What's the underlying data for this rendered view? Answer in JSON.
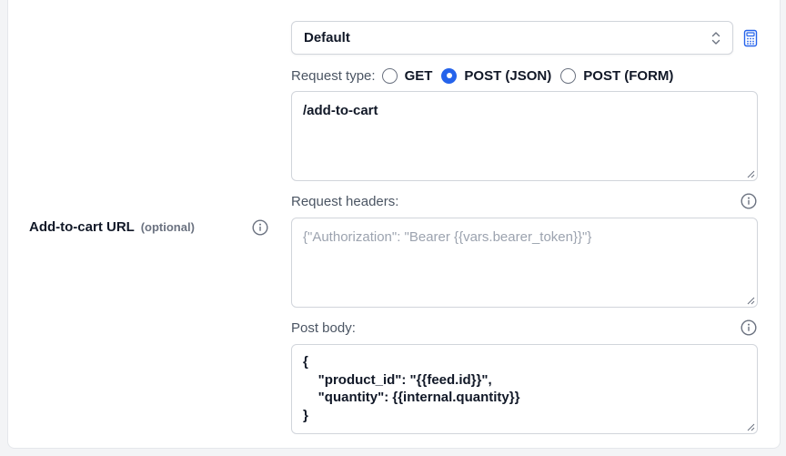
{
  "field": {
    "label": "Add-to-cart URL",
    "optional_label": "(optional)"
  },
  "preset_select": {
    "value": "Default"
  },
  "request_type": {
    "label": "Request type:",
    "options": [
      {
        "label": "GET",
        "checked": false
      },
      {
        "label": "POST (JSON)",
        "checked": true
      },
      {
        "label": "POST (FORM)",
        "checked": false
      }
    ]
  },
  "url_input": {
    "value": "/add-to-cart"
  },
  "headers": {
    "label": "Request headers:",
    "placeholder": "{\"Authorization\": \"Bearer {{vars.bearer_token}}\"}"
  },
  "post_body": {
    "label": "Post body:",
    "lines": [
      "{",
      "    \"product_id\": \"{{feed.id}}\",",
      "    \"quantity\": {{internal.quantity}}",
      "}"
    ]
  },
  "colors": {
    "accent": "#2563eb",
    "border": "#d1d5db",
    "muted_text": "#4b5563",
    "placeholder": "#9ca3af"
  }
}
